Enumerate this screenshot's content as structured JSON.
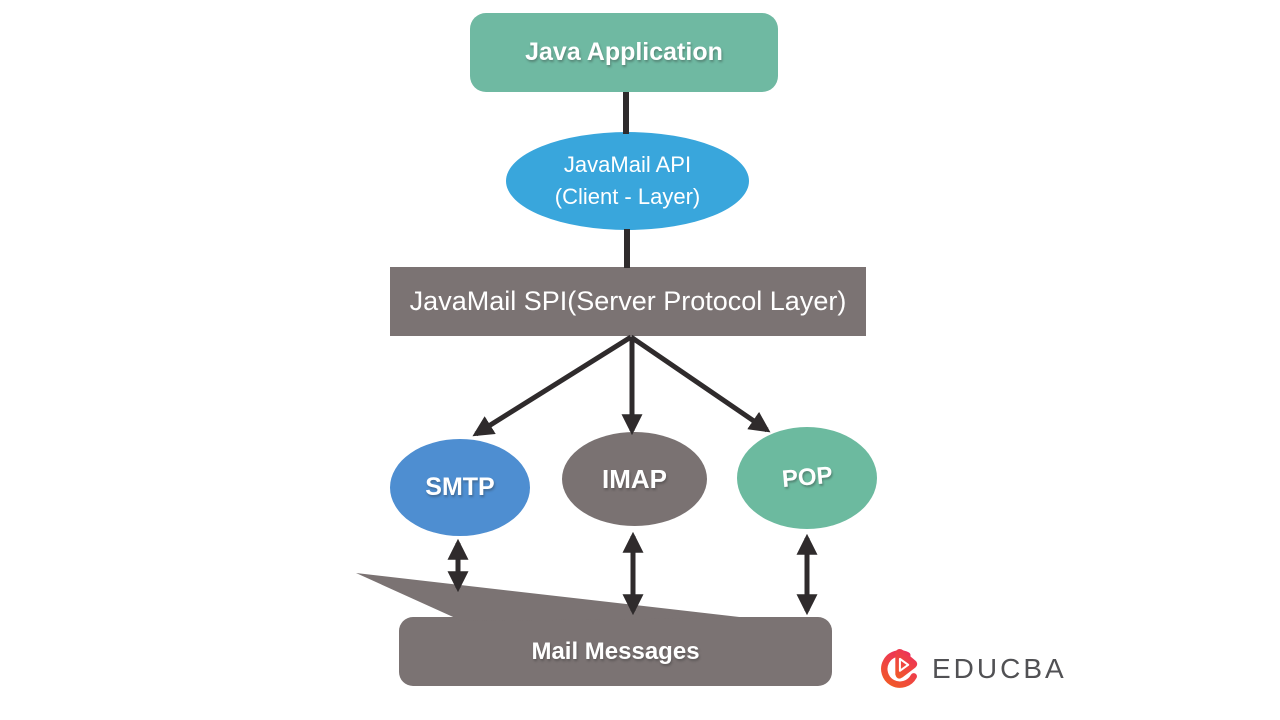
{
  "nodes": {
    "java_app": {
      "label": "Java Application",
      "color": "#6FB9A2"
    },
    "javamail_api": {
      "line1": "JavaMail API",
      "line2": "(Client - Layer)",
      "color": "#39A6DC"
    },
    "javamail_spi": {
      "label": "JavaMail SPI(Server Protocol Layer)",
      "color": "#7B7373"
    },
    "smtp": {
      "label": "SMTP",
      "color": "#4E8ED1"
    },
    "imap": {
      "label": "IMAP",
      "color": "#7A7272"
    },
    "pop": {
      "label": "POP",
      "color": "#6CBA9F"
    },
    "mail_messages": {
      "label": "Mail Messages",
      "color": "#7B7373"
    }
  },
  "edges": [
    {
      "from": "java_app",
      "to": "javamail_api",
      "style": "line"
    },
    {
      "from": "javamail_api",
      "to": "javamail_spi",
      "style": "line"
    },
    {
      "from": "javamail_spi",
      "to": "smtp",
      "style": "arrow"
    },
    {
      "from": "javamail_spi",
      "to": "imap",
      "style": "arrow"
    },
    {
      "from": "javamail_spi",
      "to": "pop",
      "style": "arrow"
    },
    {
      "from": "smtp",
      "to": "mail_messages",
      "style": "double-arrow"
    },
    {
      "from": "imap",
      "to": "mail_messages",
      "style": "double-arrow"
    },
    {
      "from": "pop",
      "to": "mail_messages",
      "style": "double-arrow"
    }
  ],
  "logo": {
    "brand": "EDUCBA"
  },
  "colors": {
    "background": "#FFFFFF",
    "arrow": "#2F2B2C",
    "logo_gradient_start": "#EC2D5E",
    "logo_gradient_end": "#F1582A",
    "logo_text": "#515154"
  }
}
